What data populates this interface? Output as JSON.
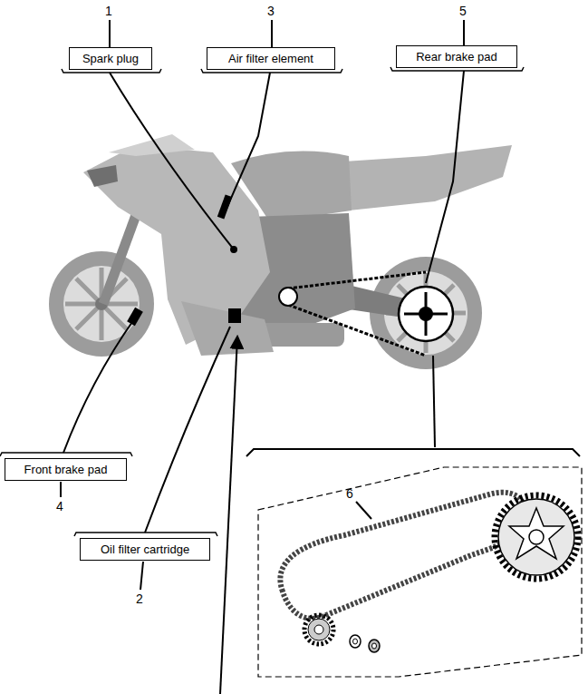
{
  "diagram": {
    "nodes": [
      {
        "text": [
          "Spark plug"
        ]
      },
      {
        "text": [
          "Air filter element"
        ]
      },
      {
        "text": [
          "Rear brake pad"
        ]
      },
      {
        "text": [
          "Front brake pad"
        ]
      },
      {
        "text": [
          "Oil filter cartridge"
        ]
      }
    ],
    "labels": [
      "1",
      "3",
      "5",
      "4",
      "2",
      "6"
    ]
  }
}
